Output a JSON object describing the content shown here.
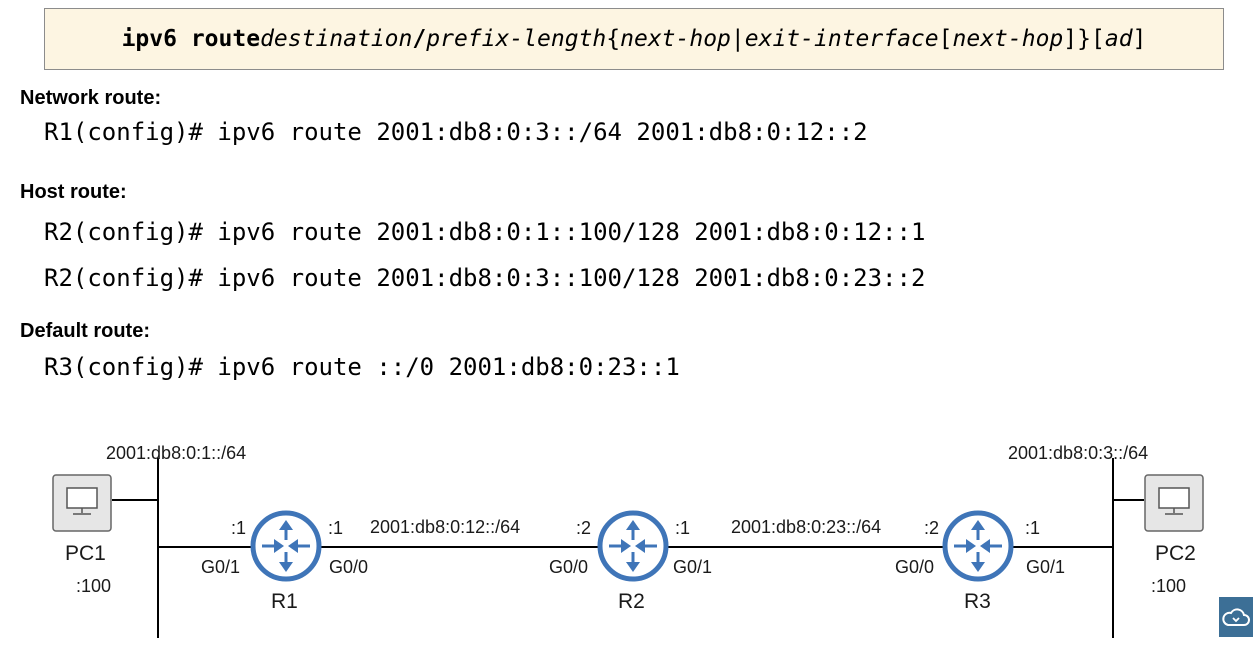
{
  "syntax": {
    "kw": "ipv6 route",
    "dest": "destination",
    "slash": "/",
    "prefix": "prefix-length",
    "brace_open": "{",
    "next_hop": "next-hop",
    "pipe": "|",
    "exit_if": "exit-interface",
    "bracket_open": "[",
    "next_hop2": "next-hop",
    "bracket_close": "]}",
    "ad_open": "[",
    "ad": "ad",
    "ad_close": "]"
  },
  "sections": {
    "network": {
      "heading": "Network route:",
      "commands": [
        "R1(config)# ipv6 route 2001:db8:0:3::/64 2001:db8:0:12::2"
      ]
    },
    "host": {
      "heading": "Host route:",
      "commands": [
        "R2(config)# ipv6 route 2001:db8:0:1::100/128 2001:db8:0:12::1",
        "R2(config)# ipv6 route 2001:db8:0:3::100/128 2001:db8:0:23::2"
      ]
    },
    "default": {
      "heading": "Default route:",
      "commands": [
        "R3(config)# ipv6 route ::/0 2001:db8:0:23::1"
      ]
    }
  },
  "diagram": {
    "lan1_prefix": "2001:db8:0:1::/64",
    "lan3_prefix": "2001:db8:0:3::/64",
    "link12_prefix": "2001:db8:0:12::/64",
    "link23_prefix": "2001:db8:0:23::/64",
    "pc1": {
      "name": "PC1",
      "host": ":100"
    },
    "pc2": {
      "name": "PC2",
      "host": ":100"
    },
    "r1": {
      "name": "R1",
      "left_if": "G0/1",
      "left_host": ":1",
      "right_if": "G0/0",
      "right_host": ":1"
    },
    "r2": {
      "name": "R2",
      "left_if": "G0/0",
      "left_host": ":2",
      "right_if": "G0/1",
      "right_host": ":1"
    },
    "r3": {
      "name": "R3",
      "left_if": "G0/0",
      "left_host": ":2",
      "right_if": "G0/1",
      "right_host": ":1"
    },
    "colors": {
      "router": "#3f75b8",
      "pc_fill": "#e6e6e6",
      "pc_stroke": "#666666",
      "line": "#000000"
    }
  },
  "icons": {
    "corner": "cloud-icon"
  }
}
